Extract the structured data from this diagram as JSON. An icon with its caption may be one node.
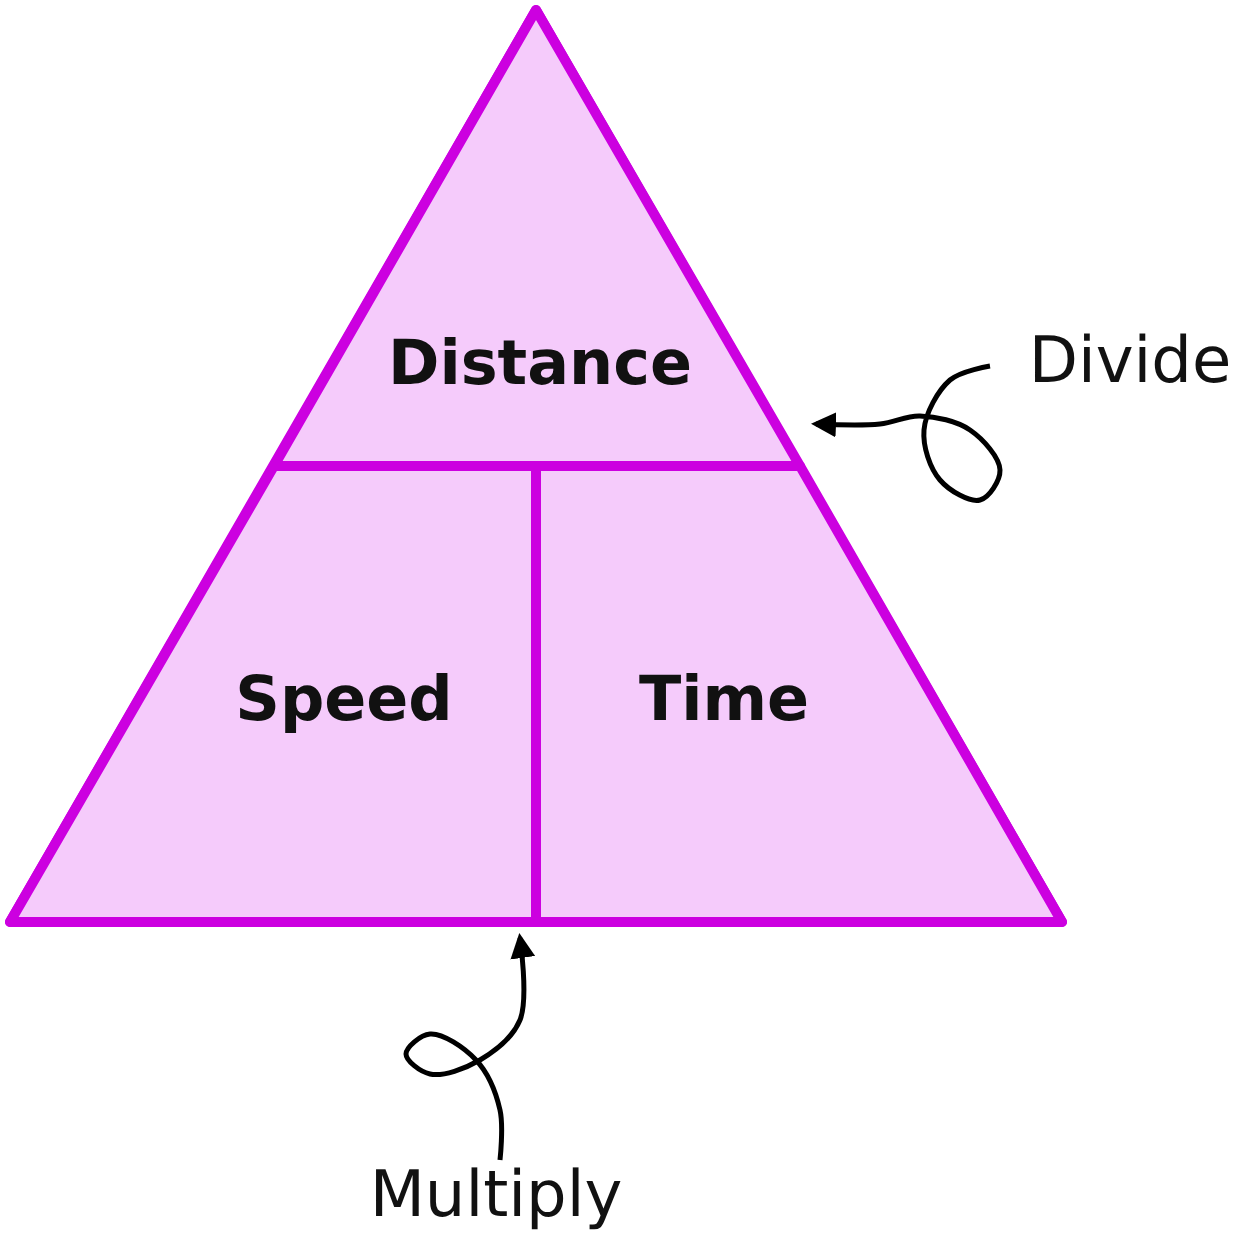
{
  "diagram": {
    "nodes": [
      {
        "text": [],
        "shape": "triangle"
      },
      {
        "text": [
          "Distance"
        ],
        "in": 0
      },
      {
        "text": [
          "Speed"
        ],
        "in": 0
      },
      {
        "text": [
          "Time"
        ],
        "in": 0
      },
      {
        "text": [
          "Divide"
        ]
      },
      {
        "text": [
          "Multiply"
        ]
      }
    ],
    "edges": [
      {
        "from": 4,
        "to": 1,
        "arrow": "to"
      },
      {
        "from": 5,
        "to": 0,
        "arrow": "to"
      }
    ]
  }
}
